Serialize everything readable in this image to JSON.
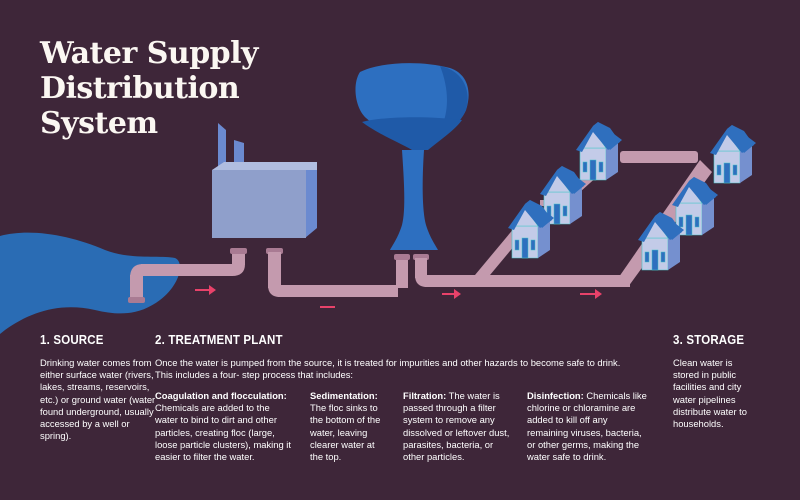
{
  "title": {
    "lines": [
      "Water Supply",
      "Distribution",
      "System"
    ]
  },
  "colors": {
    "background": "#3e2639",
    "water": "#2a6cb4",
    "tower": "#2d6fc0",
    "tower_shade": "#1f5aa8",
    "pipe": "#c49aae",
    "pipe_joint": "#a97b93",
    "plant_front": "#8f9fcb",
    "plant_top": "#b0bde0",
    "plant_side": "#6b8ad0",
    "house_wall": "#c3cbe8",
    "house_side": "#7590cf",
    "house_roof": "#2f6fbe",
    "house_trim": "#44c6c9",
    "arrow": "#e8426a"
  },
  "sections": {
    "source": {
      "heading": "1. SOURCE",
      "text": "Drinking water comes from either surface water (rivers, lakes, streams, reservoirs, etc.) or ground water (water found underground, usually accessed by a well or spring)."
    },
    "treatment": {
      "heading": "2. TREATMENT PLANT",
      "intro_line1": "Once the water is pumped from the source, it is treated for impurities and other hazards to become safe to drink.",
      "intro_line2": "This includes a four- step process that includes:",
      "steps": [
        {
          "title": "Coagulation and flocculation:",
          "text": "Chemicals are added to the water to bind to dirt and other particles, creating floc (large, loose particle clusters), making it easier to filter the water."
        },
        {
          "title": "Sedimentation:",
          "text": "The floc sinks to the bottom of the water, leaving clearer water at the top."
        },
        {
          "title": "Filtration:",
          "text": "The water is passed through a filter system to remove any dissolved or leftover dust, parasites, bacteria, or other particles."
        },
        {
          "title": "Disinfection:",
          "text": "Chemicals like chlorine or chloramine are added to kill off any remaining viruses, bacteria, or other germs, making the water safe to drink."
        }
      ]
    },
    "storage": {
      "heading": "3. STORAGE",
      "text": "Clean water is stored in public facilities and city water pipelines distribute water to households."
    }
  },
  "illustration": {
    "elements": [
      "water-source",
      "treatment-plant",
      "water-tower",
      "pipelines",
      "flow-arrows",
      "houses"
    ],
    "house_count": 6,
    "arrow_count": 4
  }
}
